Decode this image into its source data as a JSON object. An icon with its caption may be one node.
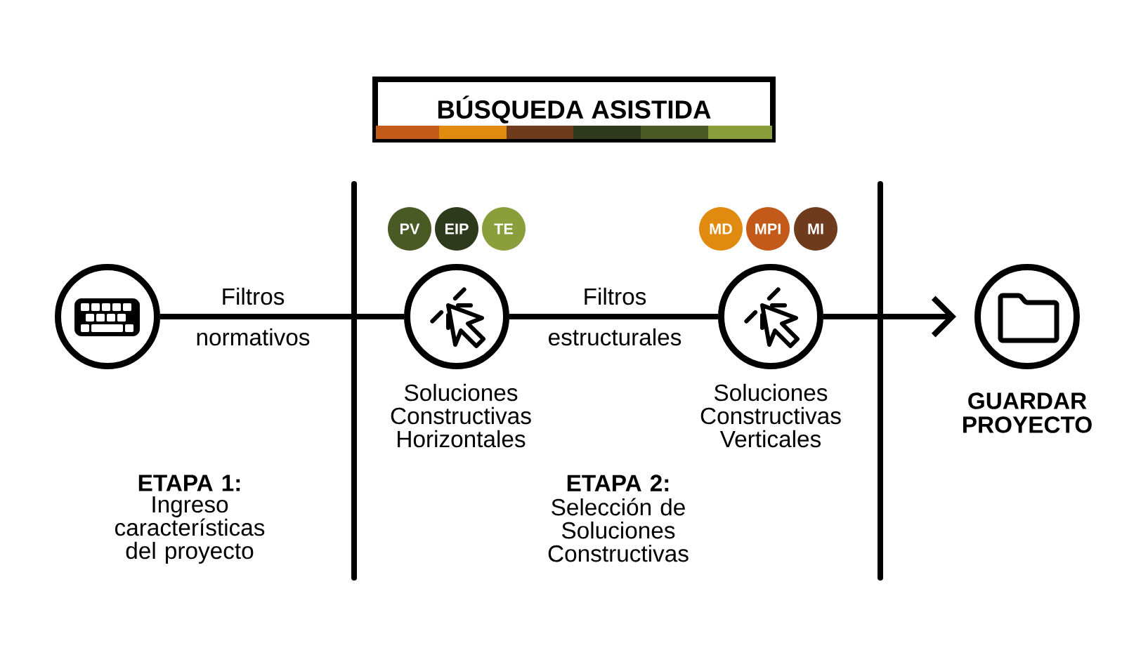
{
  "diagram": {
    "nodes": [
      {
        "text": [
          "BÚSQUEDA ASISTIDA"
        ]
      },
      {
        "text": [],
        "shape": "circle"
      },
      {
        "text": [],
        "shape": "circle",
        "beside": [
          "Soluciones Constructivas Horizontales"
        ]
      },
      {
        "text": [],
        "shape": "circle",
        "beside": [
          "Soluciones Constructivas Verticales"
        ]
      },
      {
        "text": [],
        "shape": "circle",
        "beside": [
          "GUARDAR PROYECTO"
        ]
      },
      {
        "text": [
          "PV"
        ]
      },
      {
        "text": [
          "EIP"
        ]
      },
      {
        "text": [
          "TE"
        ]
      },
      {
        "text": [
          "MD"
        ]
      },
      {
        "text": [
          "MPI"
        ]
      },
      {
        "text": [
          "MI"
        ]
      }
    ],
    "edges": [
      {
        "from": 1,
        "to": 2,
        "arrow": "none",
        "label": "Filtros normativos"
      },
      {
        "from": 2,
        "to": 3,
        "arrow": "none",
        "label": "Filtros estructurales"
      },
      {
        "from": 3,
        "to": 4,
        "arrow": "to"
      }
    ],
    "labels": [
      "ETAPA 1:",
      "Ingreso características del proyecto",
      "ETAPA 2:",
      "Selección de Soluciones Constructivas"
    ]
  }
}
